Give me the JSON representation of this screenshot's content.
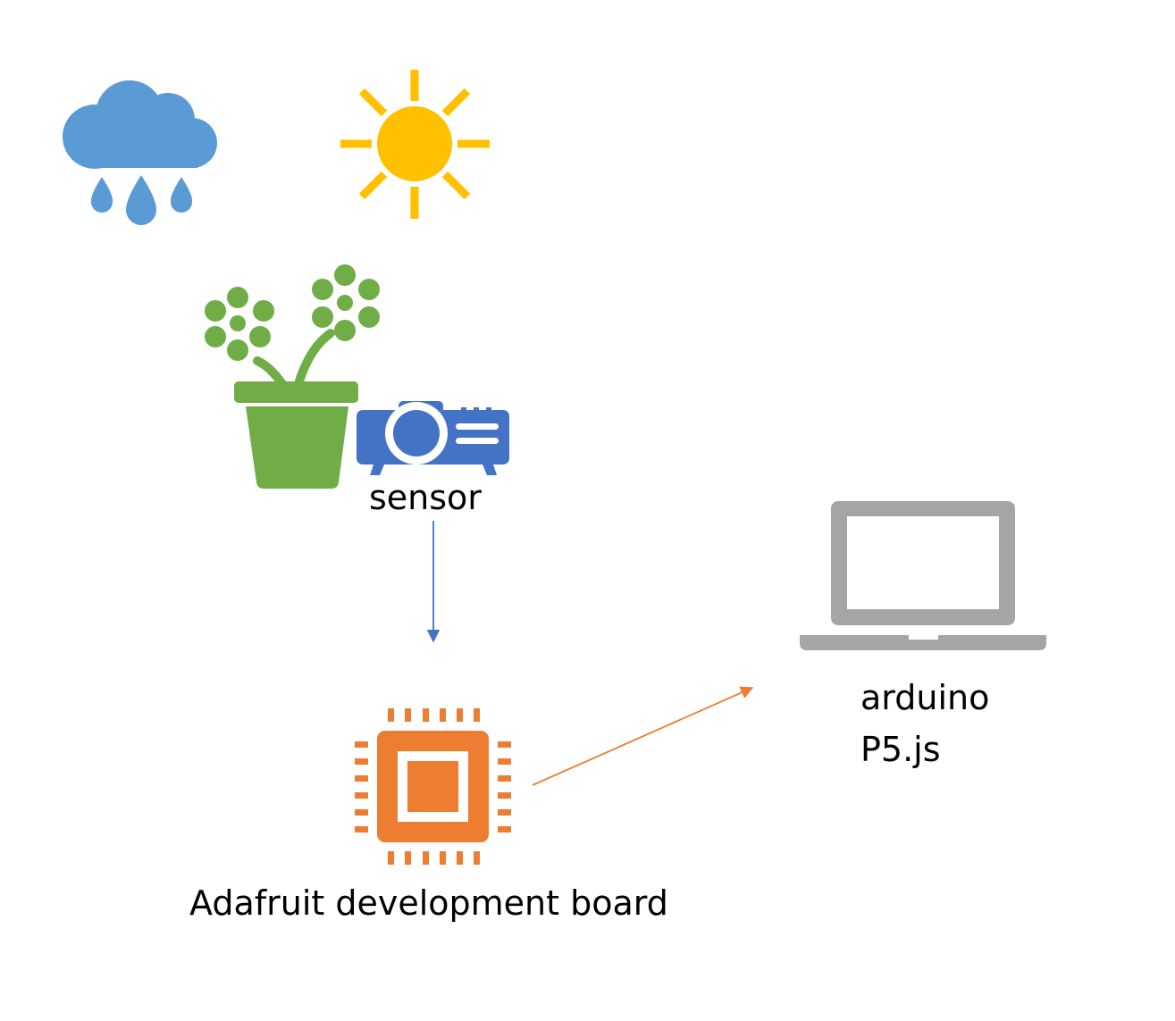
{
  "labels": {
    "sensor": "sensor",
    "board": "Adafruit development board",
    "laptop_line1": "arduino",
    "laptop_line2": "P5.js"
  },
  "icons": {
    "rain": "rain-cloud-icon",
    "sun": "sun-icon",
    "plant": "potted-plant-icon",
    "sensor": "sensor-icon",
    "board": "microchip-icon",
    "laptop": "laptop-icon"
  },
  "colors": {
    "rain": "#5B9BD5",
    "sun": "#FFC000",
    "plant": "#70AD47",
    "sensor": "#4472C4",
    "board": "#ED7D31",
    "laptop": "#A5A5A5",
    "sensor_to_board_arrow": "#4472C4",
    "board_to_laptop_arrow": "#ED7D31"
  },
  "connections": [
    {
      "from": "sensor",
      "to": "board"
    },
    {
      "from": "board",
      "to": "laptop"
    }
  ]
}
